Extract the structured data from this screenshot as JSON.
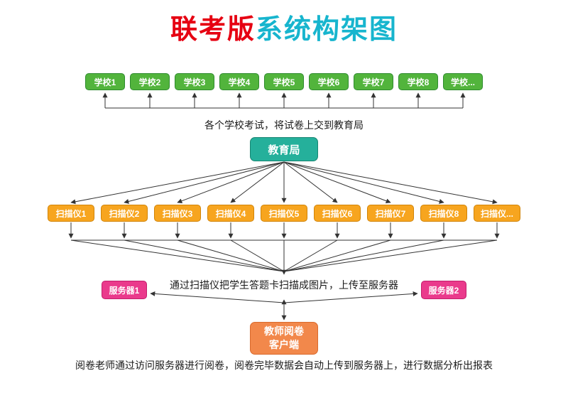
{
  "title": {
    "part1": "联考版",
    "part2": "系统构架图"
  },
  "schools": [
    "学校1",
    "学校2",
    "学校3",
    "学校4",
    "学校5",
    "学校6",
    "学校7",
    "学校8",
    "学校..."
  ],
  "caption_schools": "各个学校考试，将试卷上交到教育局",
  "bureau": "教育局",
  "scanners": [
    "扫描仪1",
    "扫描仪2",
    "扫描仪3",
    "扫描仪4",
    "扫描仪5",
    "扫描仪6",
    "扫描仪7",
    "扫描仪8",
    "扫描仪..."
  ],
  "caption_scanners": "通过扫描仪把学生答题卡扫描成图片，上传至服务器",
  "servers": {
    "server1": "服务器1",
    "server2": "服务器2"
  },
  "client": {
    "line1": "教师阅卷",
    "line2": "客户端"
  },
  "caption_bottom": "阅卷老师通过访问服务器进行阅卷，阅卷完毕数据会自动上传到服务器上，进行数据分析出报表",
  "colors": {
    "title_red": "#e60012",
    "title_cyan": "#17b5ce",
    "school_green": "#52b43c",
    "bureau_teal": "#25b09b",
    "scanner_orange": "#f7a51f",
    "server_pink": "#ea3a8c",
    "client_orange": "#f2884b",
    "line": "#333333"
  }
}
